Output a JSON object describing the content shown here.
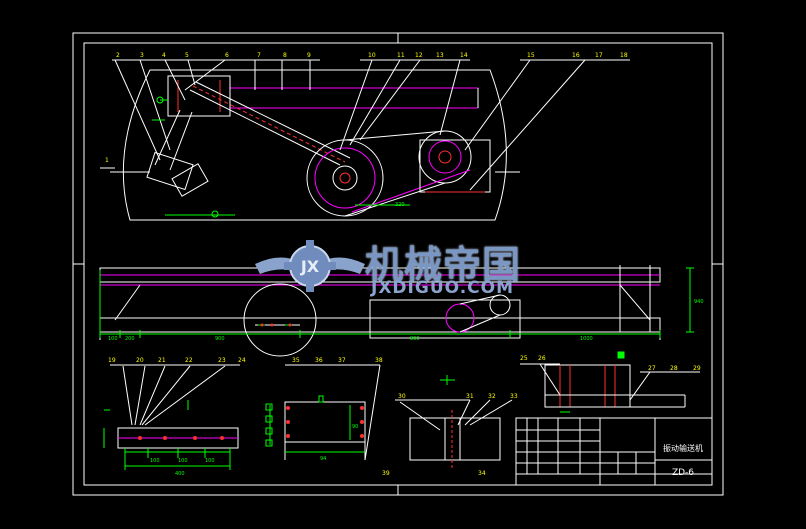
{
  "drawing": {
    "title_block": {
      "name": "振动输送机",
      "drawing_no": "ZD-6"
    },
    "watermark": {
      "title": "机械帝国",
      "url": "JXDIGUO.COM"
    },
    "balloons_top": [
      "1",
      "2",
      "3",
      "4",
      "5",
      "6",
      "7",
      "8",
      "9",
      "10",
      "11",
      "12",
      "13",
      "14",
      "15",
      "16",
      "17",
      "18"
    ],
    "balloons_bottom_left": [
      "19",
      "20",
      "21",
      "22",
      "23",
      "24"
    ],
    "balloons_bottom_mid": [
      "35",
      "36",
      "37",
      "38",
      "39"
    ],
    "balloons_detail": [
      "30",
      "31",
      "32",
      "33",
      "34"
    ],
    "balloons_right": [
      "25",
      "26",
      "27",
      "28",
      "29"
    ],
    "dimensions": {
      "mid_left": "100",
      "mid_a": "200",
      "mid_b": "900",
      "mid_c": "800",
      "mid_d": "1000",
      "mid_height": "940",
      "bottom_a": "100",
      "bottom_b": "100",
      "bottom_c": "100",
      "bottom_total": "400",
      "bottom_mid_w": "94",
      "bottom_mid_h": "90",
      "belt_dim": "320"
    },
    "colors": {
      "background": "#000000",
      "line": "#ffffff",
      "magenta": "#ff00ff",
      "red": "#ff3030",
      "green": "#00ff00",
      "yellow": "#ffff00",
      "watermark": "#7a96c2"
    },
    "icons": [
      "gear-wing-logo-icon"
    ]
  }
}
